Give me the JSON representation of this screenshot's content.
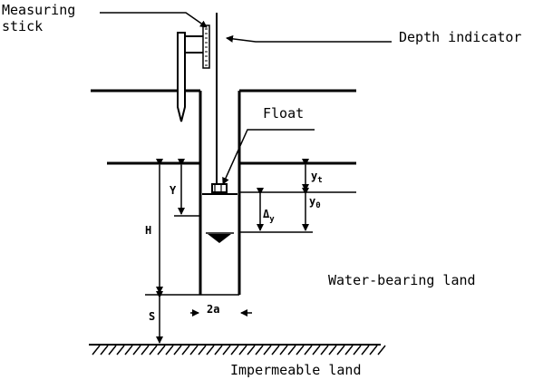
{
  "labels": {
    "measuring_stick_line1": "Measuring",
    "measuring_stick_line2": "stick",
    "depth_indicator": "Depth indicator",
    "float": "Float",
    "water_bearing_land": "Water-bearing land",
    "impermeable_land": "Impermeable land",
    "y": "Y",
    "h": "H",
    "s": "S",
    "y1": "y",
    "y1_sub": "t",
    "y0": "y",
    "y0_sub": "0",
    "delta_y": "Δ",
    "delta_y_sub": "y",
    "two_a": "2a"
  },
  "colors": {
    "ink": "#000000",
    "paper": "#ffffff"
  }
}
